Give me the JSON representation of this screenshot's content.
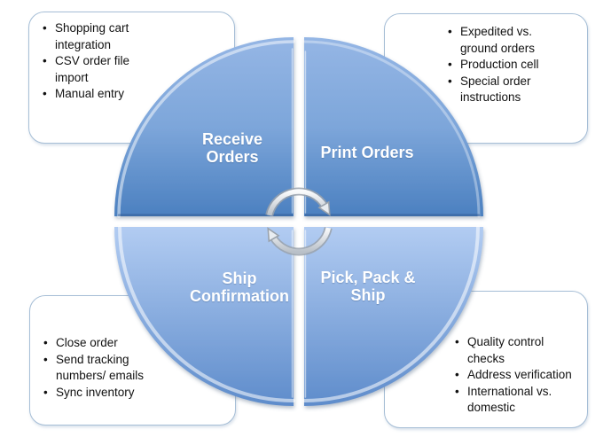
{
  "cycle": {
    "icon": "cycle-arrows-icon",
    "quadrants": [
      {
        "id": "receive-orders",
        "label": "Receive Orders",
        "lines": [
          "Receive",
          "Orders"
        ]
      },
      {
        "id": "print-orders",
        "label": "Print Orders",
        "lines": [
          "Print Orders"
        ]
      },
      {
        "id": "ship-confirmation",
        "label": "Ship Confirmation",
        "lines": [
          "Ship",
          "Confirmation"
        ]
      },
      {
        "id": "pick-pack-ship",
        "label": "Pick, Pack & Ship",
        "lines": [
          "Pick, Pack &",
          "Ship"
        ]
      }
    ]
  },
  "callouts": [
    {
      "position": "top-left",
      "relates_to": "receive-orders",
      "items": [
        "Shopping cart integration",
        "CSV order file import",
        "Manual entry"
      ]
    },
    {
      "position": "top-right",
      "relates_to": "print-orders",
      "items": [
        "Expedited vs. ground orders",
        "Production cell",
        "Special order instructions"
      ]
    },
    {
      "position": "bottom-left",
      "relates_to": "ship-confirmation",
      "items": [
        "Close order",
        "Send tracking numbers/ emails",
        "Sync inventory"
      ]
    },
    {
      "position": "bottom-right",
      "relates_to": "pick-pack-ship",
      "items": [
        "Quality control checks",
        "Address verification",
        "International vs. domestic"
      ]
    }
  ],
  "colors": {
    "canvas_background": "#FFFFFF",
    "quadrant_top_gradient": [
      "#95B6E5",
      "#4B80C0"
    ],
    "quadrant_bottom_gradient": [
      "#B2CCF2",
      "#5E8CCB"
    ],
    "quadrant_label_text": "#FFFFFF",
    "callout_border": "#A6BED6",
    "callout_background": "#FFFFFF",
    "bullet_text": "#111111",
    "arrow_silver": "#C9CFD6"
  }
}
